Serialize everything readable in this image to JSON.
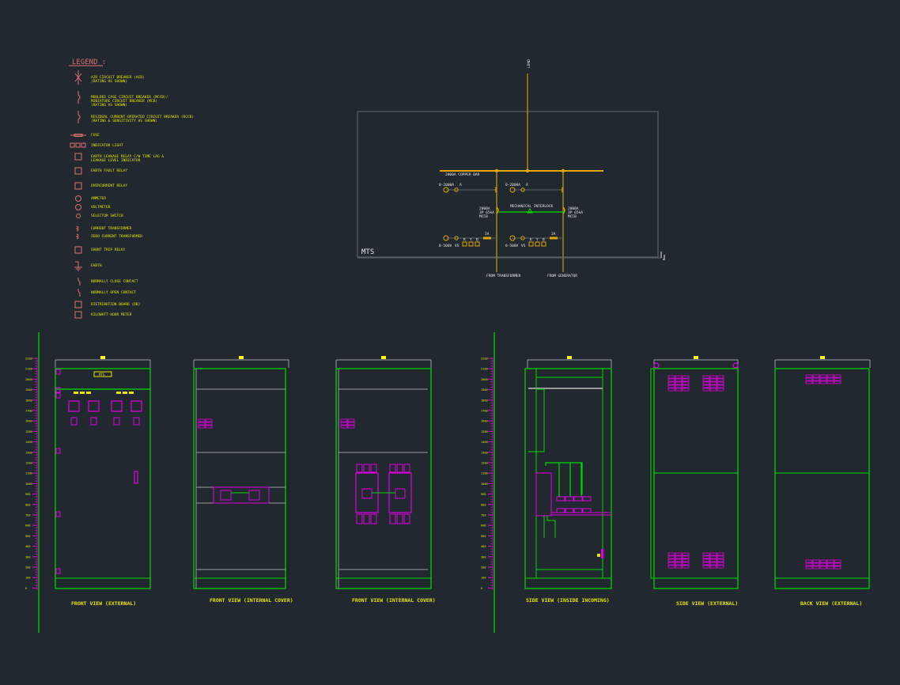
{
  "legend": {
    "title": "LEGEND :",
    "items": [
      {
        "icon": "acb-icon",
        "text": "AIR CIRCUIT BREAKER (ACB)",
        "text2": "(RATING AS SHOWN)"
      },
      {
        "icon": "mccb-icon",
        "text": "MOULDED CASE CIRCUIT BREAKER (MCCB)/",
        "text2": "MINIATURE CIRCUIT BREAKER (MCB)",
        "text3": "(RATING AS SHOWN)"
      },
      {
        "icon": "rccb-icon",
        "text": "RESIDUAL CURRENT-OPERATED CIRCUIT BREAKER (RCCB)",
        "text2": "(RATING & SENSITIVITY AS SHOWN)"
      },
      {
        "icon": "fuse-icon",
        "text": "FUSE"
      },
      {
        "icon": "indicator-light-icon",
        "text": "INDICATOR LIGHT"
      },
      {
        "icon": "elr-icon",
        "text": "EARTH LEAKAGE RELAY C/W TIME LAG &",
        "text2": "LEAKAGE LEVEL INDICATOR"
      },
      {
        "icon": "earth-fault-relay-icon",
        "text": "EARTH FAULT RELAY"
      },
      {
        "icon": "overcurrent-relay-icon",
        "text": "OVERCURRENT RELAY"
      },
      {
        "icon": "ammeter-icon",
        "text": "AMMETER"
      },
      {
        "icon": "voltmeter-icon",
        "text": "VOLTMETER"
      },
      {
        "icon": "selector-switch-icon",
        "text": "SELECTOR SWITCH"
      },
      {
        "icon": "current-transformer-icon",
        "text": "CURRENT TRANSFORMER"
      },
      {
        "icon": "zero-current-transformer-icon",
        "text": "ZERO CURRENT TRANSFORMER"
      },
      {
        "icon": "shunt-trip-relay-icon",
        "text": "SHUNT TRIP RELAY"
      },
      {
        "icon": "earth-icon",
        "text": "EARTH"
      },
      {
        "icon": "nc-contact-icon",
        "text": "NORMALLY CLOSE CONTACT"
      },
      {
        "icon": "no-contact-icon",
        "text": "NORMALLY OPEN CONTACT"
      },
      {
        "icon": "distribution-board-icon",
        "text": "DISTRIBUTION BOARD (DB)"
      },
      {
        "icon": "kwh-meter-icon",
        "text": "KILOWATT-HOUR METER"
      }
    ]
  },
  "schematic": {
    "panel_name": "MTS",
    "load_label": "LOAD",
    "busbar_label": "2000A COPPER BAR",
    "ammeter_label_1": "0-2000A",
    "ammeter_tag_1": "A",
    "ammeter_label_2": "0-2000A",
    "ammeter_tag_2": "A",
    "voltmeter_label_1": "0-500V",
    "voltmeter_tag_1": "VS",
    "voltmeter_label_2": "0-500V",
    "voltmeter_tag_2": "VS",
    "phases": [
      "R",
      "Y",
      "B"
    ],
    "fuse_label_1": "2A",
    "fuse_label_2": "2A",
    "breaker_1": [
      "2000A",
      "3P 65kA",
      "MCCB"
    ],
    "breaker_2": [
      "2000A",
      "3P 65kA",
      "MCCB"
    ],
    "interlock_label": "MECHANICAL INTERLOCK",
    "from_transformer": "FROM TRANSFORMER",
    "from_generator": "FROM GENERATOR"
  },
  "ruler": {
    "ticks": [
      "2200",
      "2100",
      "2000",
      "1900",
      "1800",
      "1700",
      "1600",
      "1500",
      "1400",
      "1300",
      "1200",
      "1100",
      "1000",
      "900",
      "800",
      "700",
      "600",
      "500",
      "400",
      "300",
      "200",
      "100",
      "0"
    ]
  },
  "views": {
    "front_external": "FRONT VIEW (EXTERNAL)",
    "front_internal_1": "FRONT VIEW (INTERNAL COVER)",
    "front_internal_2": "FRONT VIEW (INTERNAL COVER)",
    "side_inside": "SIDE VIEW (INSIDE INCOMING)",
    "side_external": "SIDE VIEW (EXTERNAL)",
    "back_external": "BACK VIEW (EXTERNAL)",
    "nameplate": "MTS"
  },
  "colors": {
    "background": "#212830",
    "frame": "#00dd00",
    "component": "#e000e0",
    "text": "#e6e600",
    "busbar": "#e0a800",
    "legend_symbol": "#e07070",
    "border": "#5a5f66"
  }
}
